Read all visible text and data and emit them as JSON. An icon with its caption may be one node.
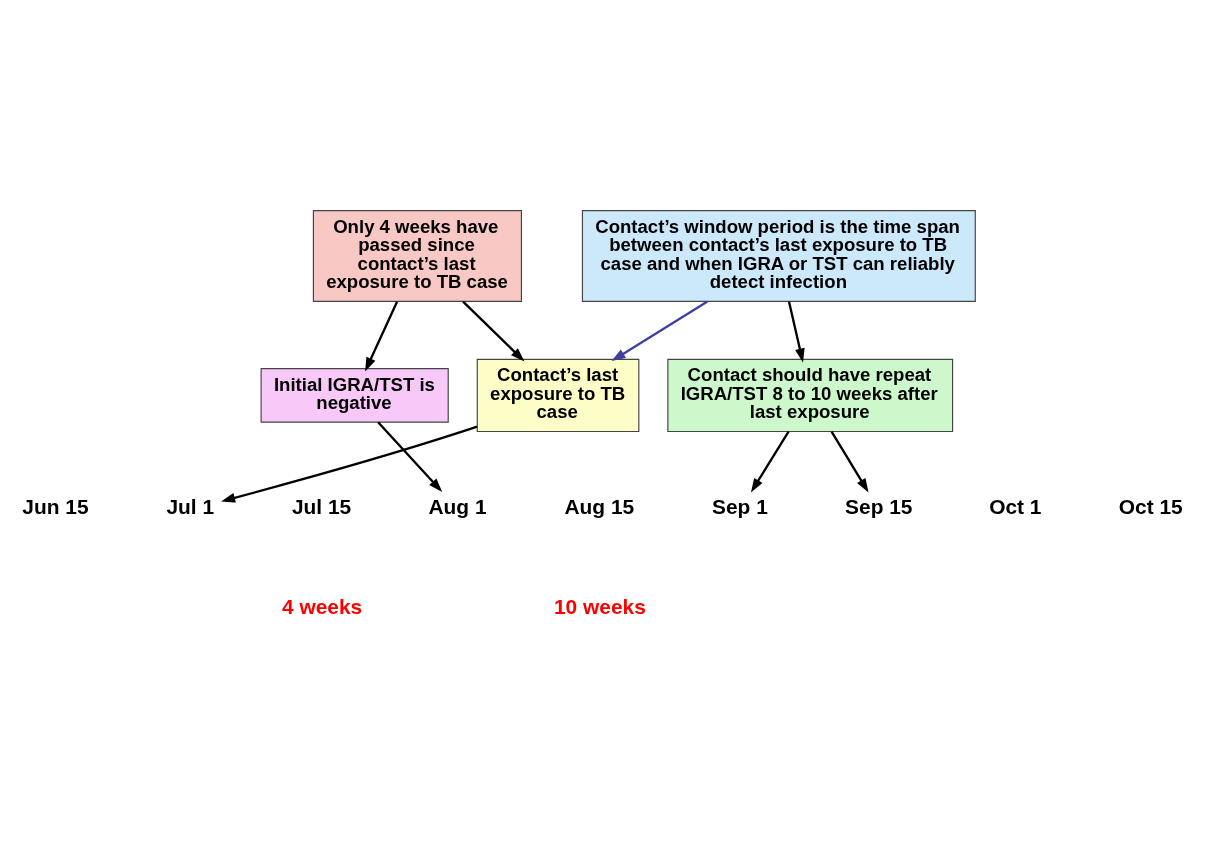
{
  "diagram": {
    "nodes": [
      {
        "text": [
          "Only 4 weeks have passed since contact’s last exposure to TB case"
        ]
      },
      {
        "text": [
          "Contact’s window period is the time span between contact’s last exposure to TB case and when IGRA or TST can reliably detect infection"
        ]
      },
      {
        "text": [
          "Contact’s last exposure to TB case"
        ]
      },
      {
        "text": [
          "Initial IGRA/TST is negative"
        ]
      },
      {
        "text": [
          "Contact should have repeat IGRA/TST 8 to 10 weeks after last exposure"
        ]
      },
      {
        "text": [
          "Jun 15"
        ]
      },
      {
        "text": [
          "Jul 1"
        ]
      },
      {
        "text": [
          "Jul 15"
        ]
      },
      {
        "text": [
          "Aug 1"
        ]
      },
      {
        "text": [
          "Aug 15"
        ]
      },
      {
        "text": [
          "Sep 1"
        ]
      },
      {
        "text": [
          "Sep 15"
        ]
      },
      {
        "text": [
          "Oct 1"
        ]
      },
      {
        "text": [
          "Oct 15"
        ]
      }
    ],
    "edges": [
      {
        "from": 1,
        "to": 2,
        "arrow": "to",
        "color": "#3f3f9f"
      },
      {
        "from": 0,
        "to": 2,
        "arrow": "to"
      },
      {
        "from": 0,
        "to": 3,
        "arrow": "to"
      },
      {
        "from": 1,
        "to": 4,
        "arrow": "to"
      },
      {
        "from": 2,
        "to": 6,
        "arrow": "to"
      },
      {
        "from": 3,
        "to": 8,
        "arrow": "to"
      },
      {
        "from": 4,
        "to": 10,
        "arrow": "to"
      },
      {
        "from": 4,
        "to": 11,
        "arrow": "to"
      }
    ],
    "labels": [
      "4 weeks",
      "10 weeks"
    ]
  }
}
